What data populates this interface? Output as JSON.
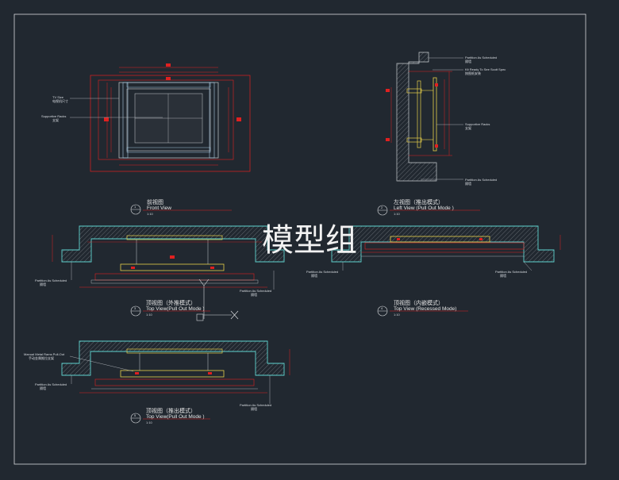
{
  "watermark": "模型组",
  "views": {
    "front": {
      "cn": "前视图",
      "en": "Front View",
      "scale": "1:10",
      "num": "1"
    },
    "left": {
      "cn": "左视图（推出模式）",
      "en": "Left View (Pull Out Mode )",
      "scale": "1:10",
      "num": "2"
    },
    "top1": {
      "cn": "顶视图（外推模式）",
      "en": "Top View(Pull Out Mode )",
      "scale": "1:10",
      "num": "3"
    },
    "top2": {
      "cn": "顶视图（内嵌模式）",
      "en": "Top View (Recessed Mode)",
      "scale": "1:10",
      "num": "4"
    },
    "top3": {
      "cn": "顶视图（推出模式）",
      "en": "Top View(Pull Out Mode )",
      "scale": "1:10",
      "num": "5"
    }
  },
  "labels": {
    "tv_size": "TV Size",
    "tv_size_cn": "电视机尺寸",
    "supportive_racks": "Supportive Racks",
    "supportive_racks_cn": "支架",
    "partition_scheduled": "Partition As Scheduled",
    "partition_cn": "隔墙",
    "kit_note": "Kit Ready To See Scott Spec",
    "kit_note_cn": "按图纸安装",
    "manual_metal": "Manual Metal Rams Pull-Out",
    "manual_metal_cn": "手动金属推拉支架"
  },
  "colors": {
    "background": "#212830",
    "frame": "#d6d9dc",
    "wall": "#5fd3cf",
    "dims": "#e02020",
    "rack": "#e8d04a",
    "line": "#c8ccd0"
  }
}
